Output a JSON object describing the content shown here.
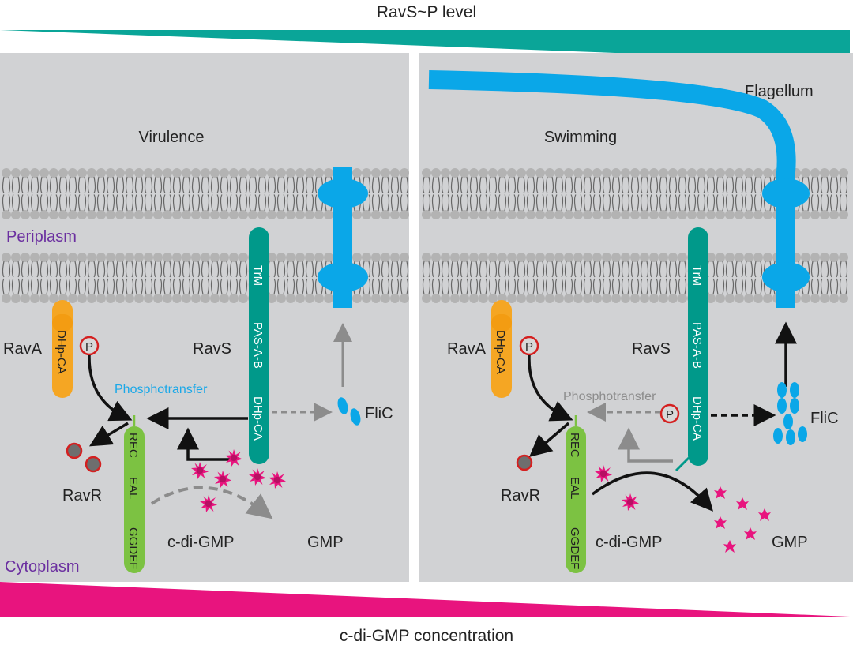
{
  "top_label": "RavS~P level",
  "bottom_label": "c-di-GMP concentration",
  "colors": {
    "teal": "#0aa598",
    "magenta": "#e8147e",
    "panel": "#d1d2d4",
    "flagellum": "#0aa7e8",
    "ravs": "#00998a",
    "ravr": "#7cc242",
    "rava": "#f5a623",
    "purple": "#6b2fa0",
    "membrane": "#b3b3b3"
  },
  "left_panel": {
    "title": "Virulence",
    "periplasm": "Periplasm",
    "cytoplasm": "Cytoplasm",
    "rava_label": "RavA",
    "rava_domain": "DHp-CA",
    "phos": "P",
    "ravs_label": "RavS",
    "ravs_domains": [
      "TrM",
      "PAS-A-B",
      "DHp-CA"
    ],
    "ravr_label": "RavR",
    "ravr_domains": [
      "REC",
      "EAL",
      "GGDEF"
    ],
    "phosphotransfer": "Phosphotransfer",
    "flic": "FliC",
    "cdigmp": "c-di-GMP",
    "gmp": "GMP"
  },
  "right_panel": {
    "title": "Swimming",
    "flagellum": "Flagellum",
    "rava_label": "RavA",
    "rava_domain": "DHp-CA",
    "phos": "P",
    "phos2": "P",
    "ravs_label": "RavS",
    "ravs_domains": [
      "TrM",
      "PAS-A-B",
      "DHp-CA"
    ],
    "ravr_label": "RavR",
    "ravr_domains": [
      "REC",
      "EAL",
      "GGDEF"
    ],
    "phosphotransfer": "Phosphotransfer",
    "flic": "FliC",
    "cdigmp": "c-di-GMP",
    "gmp": "GMP"
  }
}
